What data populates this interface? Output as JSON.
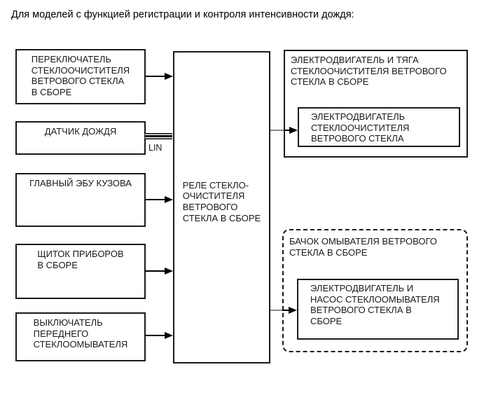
{
  "title": "Для моделей с функцией регистрации и контроля интенсивности дождя:",
  "colors": {
    "line": "#000000",
    "connector_gray": "#888888",
    "background": "#ffffff"
  },
  "boxes": {
    "wiper_switch": "ПЕРЕКЛЮЧАТЕЛЬ\nСТЕКЛООЧИСТИТЕЛЯ\nВЕТРОВОГО СТЕКЛА\nВ СБОРЕ",
    "rain_sensor": "ДАТЧИК ДОЖДЯ",
    "lin_label": "LIN",
    "main_body_ecu": "ГЛАВНЫЙ ЭБУ КУЗОВА",
    "instrument_cluster": "ЩИТОК ПРИБОРОВ\nВ СБОРЕ",
    "front_washer_switch": "ВЫКЛЮЧАТЕЛЬ\nПЕРЕДНЕГО\nСТЕКЛООМЫВАТЕЛЯ",
    "wiper_relay": "РЕЛЕ СТЕКЛО-\nОЧИСТИТЕЛЯ\nВЕТРОВОГО\nСТЕКЛА В СБОРЕ",
    "wiper_motor_linkage": "ЭЛЕКТРОДВИГАТЕЛЬ И ТЯГА\nСТЕКЛООЧИСТИТЕЛЯ ВЕТРОВОГО\nСТЕКЛА В СБОРЕ",
    "wiper_motor": "ЭЛЕКТРОДВИГАТЕЛЬ\nСТЕКЛООЧИСТИТЕЛЯ\nВЕТРОВОГО СТЕКЛА",
    "washer_tank": "БАЧОК ОМЫВАТЕЛЯ ВЕТРОВОГО\nСТЕКЛА В СБОРЕ",
    "washer_motor_pump": "ЭЛЕКТРОДВИГАТЕЛЬ И\nНАСОС СТЕКЛООМЫВАТЕЛЯ\nВЕТРОВОГО СТЕКЛА В\nСБОРЕ"
  }
}
